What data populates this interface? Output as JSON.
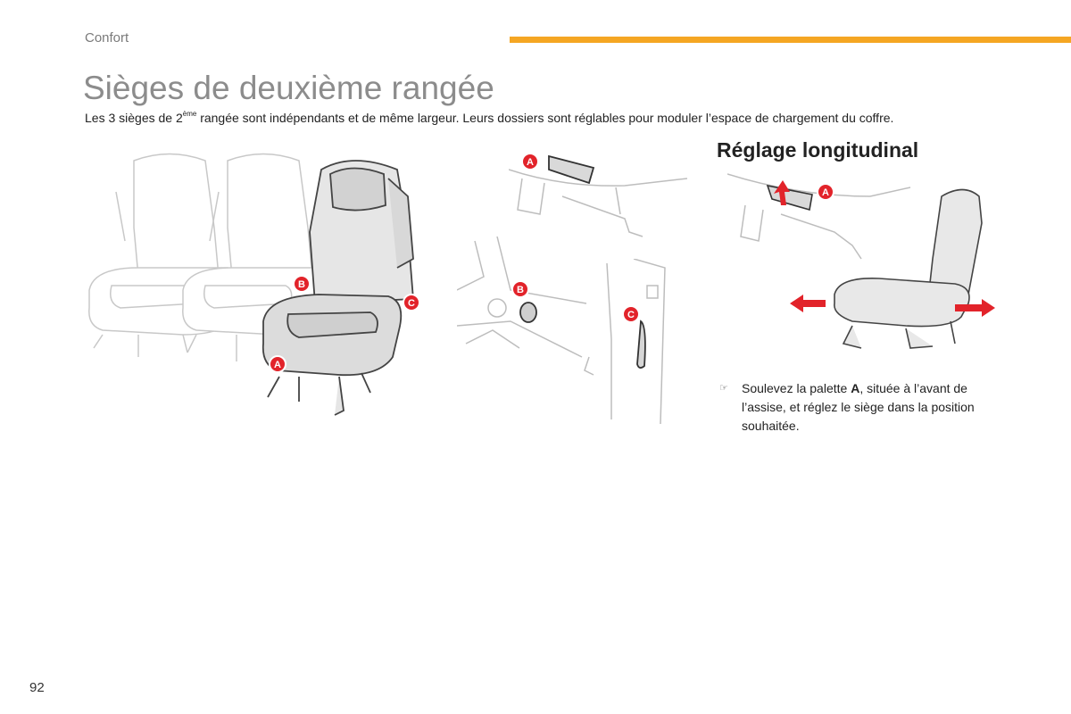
{
  "header": {
    "section": "Confort",
    "rule_color": "#f5a623"
  },
  "title": "Sièges de deuxième rangée",
  "intro": {
    "before": "Les 3 sièges de 2",
    "sup": "ème",
    "after": " rangée sont indépendants et de même largeur. Leurs dossiers sont réglables pour moduler l’espace de chargement du coffre."
  },
  "callouts": {
    "a": "A",
    "b": "B",
    "c": "C"
  },
  "subsection": {
    "title": "Réglage longitudinal"
  },
  "instruction": {
    "marker": "☞",
    "before": "Soulevez la palette ",
    "bold": "A",
    "after": ", située à l’avant de l’assise, et réglez le siège dans la position souhaitée."
  },
  "footer": {
    "page_number": "92"
  },
  "colors": {
    "callout": "#e2232a",
    "arrow": "#e2232a"
  }
}
